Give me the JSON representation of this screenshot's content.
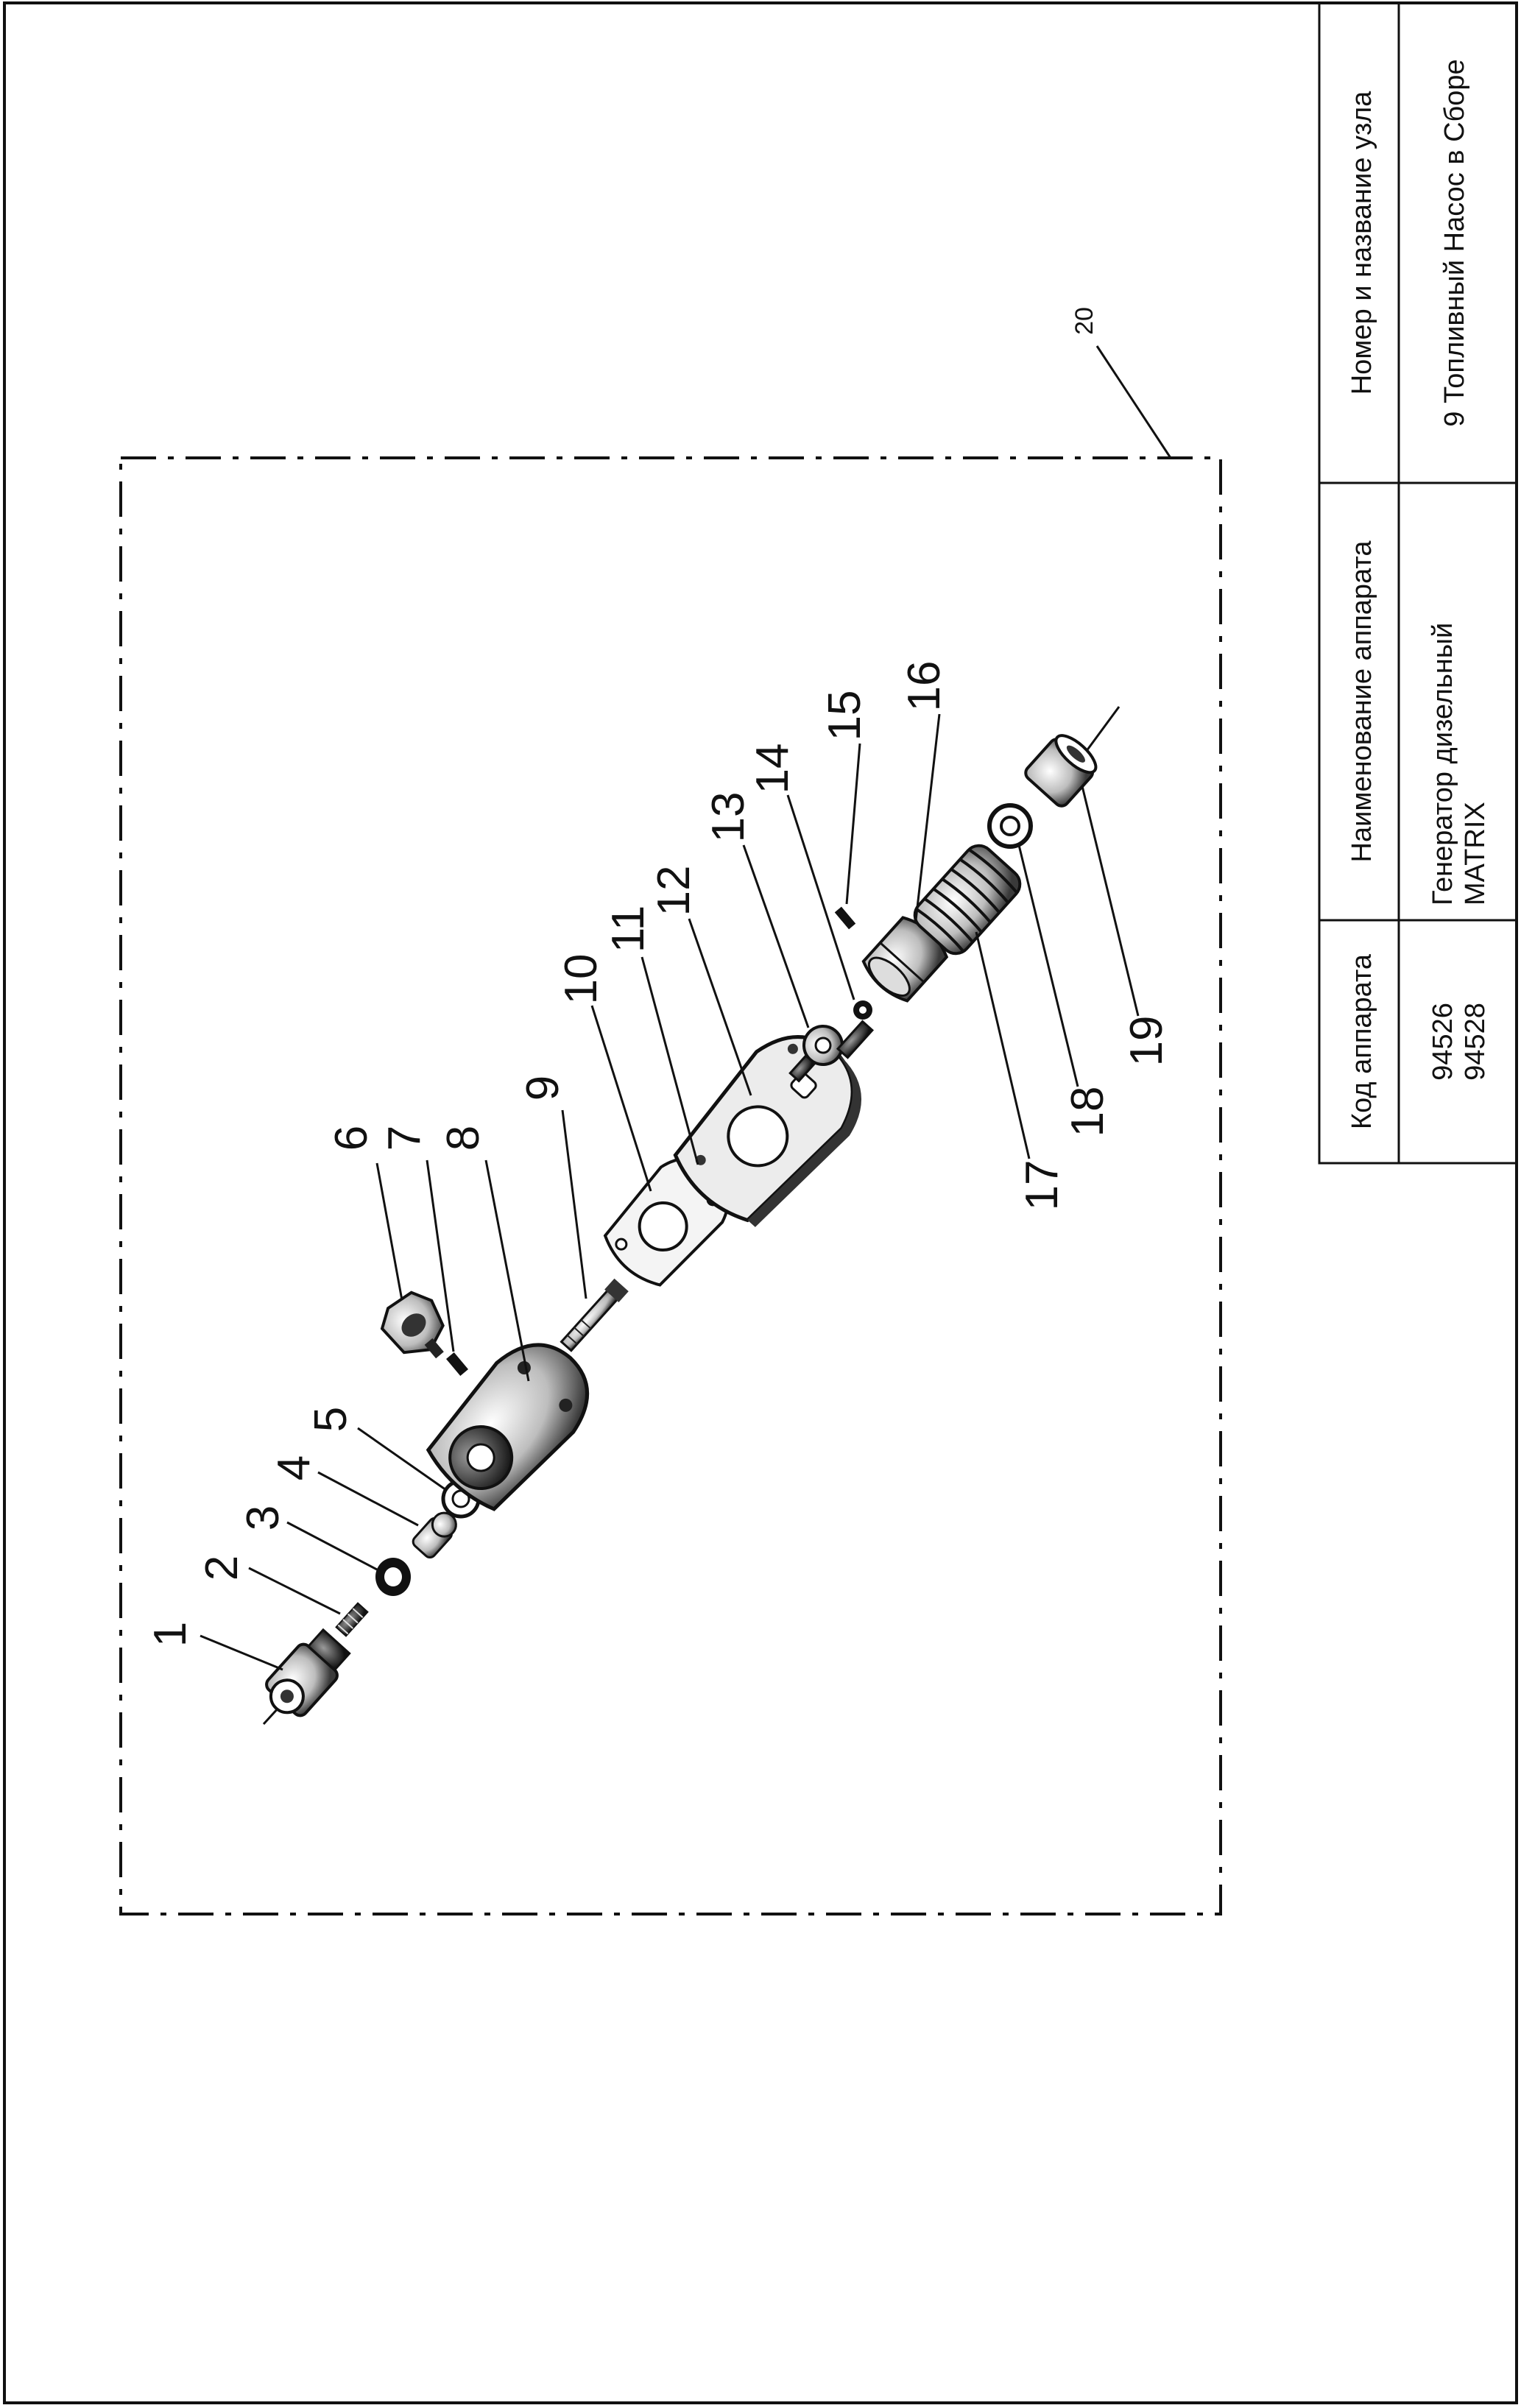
{
  "title_block": {
    "code_header": "Код аппарата",
    "code_values": [
      "94526",
      "94528"
    ],
    "name_header": "Наименование аппарата",
    "name_values": [
      "Генератор дизельный",
      "MATRIX"
    ],
    "unit_header": "Номер и название узла",
    "unit_value": "9 Топливный Насос в Сборе"
  },
  "diagram": {
    "assembly_label": "20",
    "parts": [
      {
        "num": "1"
      },
      {
        "num": "2"
      },
      {
        "num": "3"
      },
      {
        "num": "4"
      },
      {
        "num": "5"
      },
      {
        "num": "6"
      },
      {
        "num": "7"
      },
      {
        "num": "8"
      },
      {
        "num": "9"
      },
      {
        "num": "10"
      },
      {
        "num": "11"
      },
      {
        "num": "12"
      },
      {
        "num": "13"
      },
      {
        "num": "14"
      },
      {
        "num": "15"
      },
      {
        "num": "16"
      },
      {
        "num": "17"
      },
      {
        "num": "18"
      },
      {
        "num": "19"
      }
    ]
  }
}
